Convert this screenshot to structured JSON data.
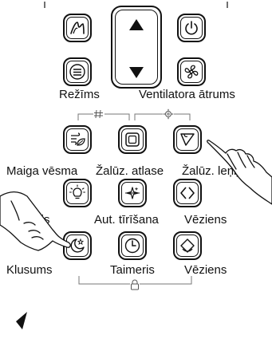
{
  "labels": {
    "mode": "Režīms",
    "fan_speed": "Ventilatora ātrums",
    "gentle_cooling": "Maiga vēsma",
    "louver_select": "Žalūz. atlase",
    "louver_angle": "Žalūz. leņķis",
    "display": "Displejs",
    "auto_clean": "Aut. tīrīšana",
    "swing_1": "Vēziens",
    "quiet": "Klusums",
    "timer": "Taimeris",
    "swing_2": "Vēziens"
  },
  "icons": {
    "brand": "mountain-logo-icon",
    "up": "arrow-up-icon",
    "down": "arrow-down-icon",
    "power": "power-icon",
    "mode": "menu-lines-icon",
    "fan": "fan-icon",
    "gentle_cooling": "wind-leaf-icon",
    "louver_select": "square-frame-icon",
    "louver_angle": "angle-icon",
    "display": "bulb-icon",
    "auto_clean": "sparkle-icon",
    "swing_1": "chevrons-icon",
    "quiet": "moon-star-icon",
    "timer": "clock-icon",
    "swing_2": "diamond-swing-icon",
    "group_a": "hashtag-icon",
    "group_b": "gear-small-icon",
    "group_c": "lock-icon"
  }
}
